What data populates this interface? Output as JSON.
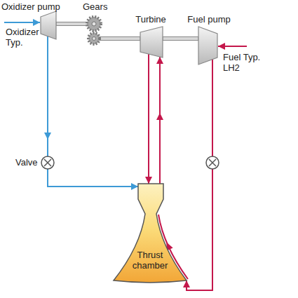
{
  "diagram": {
    "nodes": [
      {
        "text": [
          "Oxidizer pump"
        ]
      },
      {
        "text": [
          "Turbine"
        ]
      },
      {
        "text": [
          "Fuel pump"
        ]
      },
      {
        "text": [
          "Thrust chamber"
        ]
      }
    ],
    "edges": [
      {
        "from": 0,
        "to": 3,
        "arrow": "to"
      },
      {
        "from": 2,
        "to": 3,
        "arrow": "to"
      },
      {
        "from": 3,
        "to": 1,
        "arrow": "to"
      },
      {
        "from": 1,
        "to": 3,
        "arrow": "to"
      }
    ],
    "labels": [
      "Gears",
      "Oxidizer Typ.",
      "Fuel Typ. LH2",
      "Valve"
    ]
  }
}
